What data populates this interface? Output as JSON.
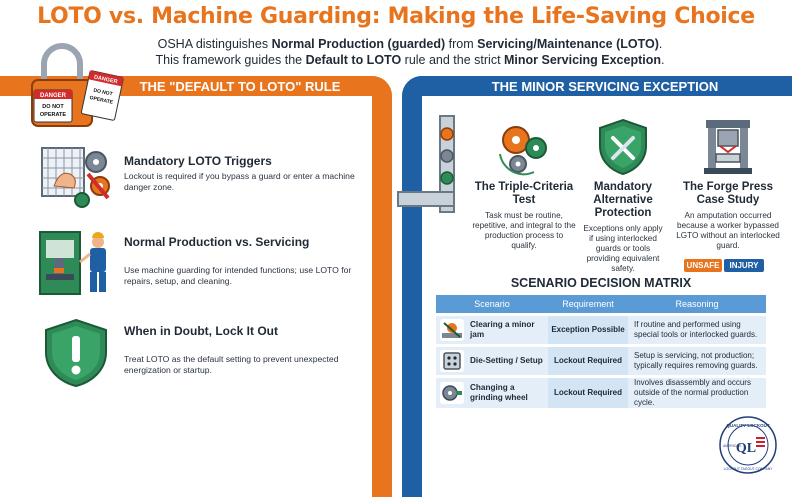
{
  "header": {
    "title": "LOTO vs. Machine Guarding: Making the Life-Saving Choice",
    "subtitle_parts": [
      {
        "t": "OSHA distinguishes ",
        "b": false
      },
      {
        "t": "Normal Production (guarded)",
        "b": true
      },
      {
        "t": " from ",
        "b": false
      },
      {
        "t": "Servicing/Maintenance (LOTO)",
        "b": true
      },
      {
        "t": ".",
        "b": false
      }
    ],
    "subtitle_line2_parts": [
      {
        "t": "This framework guides the ",
        "b": false
      },
      {
        "t": "Default to LOTO",
        "b": true
      },
      {
        "t": " rule and the strict ",
        "b": false
      },
      {
        "t": "Minor Servicing Exception",
        "b": true
      },
      {
        "t": ".",
        "b": false
      }
    ],
    "tag_danger_1": "DANGER",
    "tag_text_1": "DO NOT OPERATE",
    "tag_danger_2": "DANGER",
    "tag_text_2": "DO NOT OPERATE"
  },
  "left": {
    "heading": "THE \"DEFAULT TO LOTO\" RULE",
    "items": [
      {
        "title": "Mandatory LOTO Triggers",
        "text": "Lockout is required if you bypass a guard or enter a machine danger zone.",
        "icon": "machine-hand-gears-icon"
      },
      {
        "title": "Normal Production vs. Servicing",
        "text": "Use machine guarding for intended functions; use LOTO for repairs, setup, and cleaning.",
        "icon": "worker-machine-icon"
      },
      {
        "title": "When in Doubt, Lock It Out",
        "text": "Treat LOTO as the default setting to prevent unexpected energization or startup.",
        "icon": "exclamation-shield-icon"
      }
    ]
  },
  "right": {
    "heading": "THE MINOR SERVICING EXCEPTION",
    "cards": [
      {
        "title": "The Triple-Criteria Test",
        "text": "Task must be routine, repetitive, and integral to the production process to qualify."
      },
      {
        "title": "Mandatory Alternative Protection",
        "text": "Exceptions only apply if using interlocked guards or tools providing equivalent safety."
      },
      {
        "title": "The Forge Press Case Study",
        "text": "An amputation occurred because a worker bypassed LGTO without an interlocked guard."
      }
    ],
    "pill_unsafe": "UNSAFE",
    "pill_injury": "INJURY"
  },
  "matrix": {
    "title": "SCENARIO DECISION MATRIX",
    "headers": [
      "Scenario",
      "Requirement",
      "Reasoning"
    ],
    "rows": [
      {
        "scenario": "Clearing a minor jam",
        "requirement": "Exception Possible",
        "reasoning": "If routine and performed using special tools or interlocked guards."
      },
      {
        "scenario": "Die-Setting / Setup",
        "requirement": "Lockout Required",
        "reasoning": "Setup is servicing, not production; typically requires removing guards."
      },
      {
        "scenario": "Changing a grinding wheel",
        "requirement": "Lockout Required",
        "reasoning": "Involves disassembly and occurs outside of the normal production cycle."
      }
    ]
  },
  "badge": {
    "top_text": "QUALITY LOCKOUT",
    "bottom_text": "LOCKOUT TAGOUT COMPANY",
    "left_text": "AMERICA'S",
    "monogram": "QL"
  },
  "colors": {
    "orange": "#e8741e",
    "blue": "#1f5fa3",
    "table_header": "#5b9bd5",
    "shield_green": "#2e8b57",
    "unsafe": "#e8741e",
    "injury": "#1f5fa3"
  }
}
